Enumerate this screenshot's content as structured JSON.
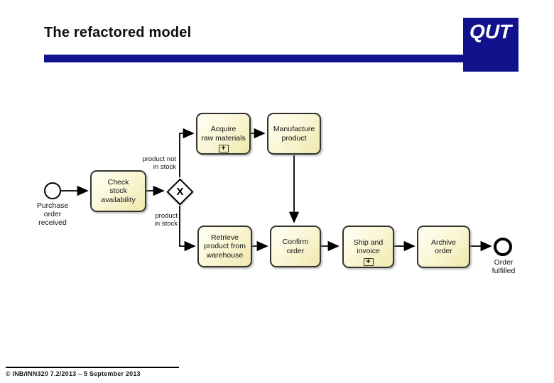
{
  "slide": {
    "title": "The refactored model",
    "logo_text": "QUT",
    "footer": "© INB/INN320 7.2/2013 – 5 September 2013",
    "accent_color": "#12128C"
  },
  "diagram": {
    "type": "bpmn-process",
    "start_event": {
      "label": "Purchase\norder\nreceived"
    },
    "end_event": {
      "label": "Order\nfulfilled"
    },
    "gateway": {
      "kind": "exclusive-xor",
      "symbol": "X"
    },
    "subprocess_marker": "+",
    "tasks": [
      {
        "id": "check-stock",
        "label": "Check\nstock\navailability",
        "subprocess": false
      },
      {
        "id": "acquire",
        "label": "Acquire\nraw materials",
        "subprocess": true
      },
      {
        "id": "manufacture",
        "label": "Manufacture\nproduct",
        "subprocess": false
      },
      {
        "id": "retrieve",
        "label": "Retrieve\nproduct from\nwarehouse",
        "subprocess": false
      },
      {
        "id": "confirm",
        "label": "Confirm\norder",
        "subprocess": false
      },
      {
        "id": "ship",
        "label": "Ship and\ninvoice",
        "subprocess": true
      },
      {
        "id": "archive",
        "label": "Archive\norder",
        "subprocess": false
      }
    ],
    "edge_labels": [
      {
        "id": "not-in-stock",
        "text": "product not\nin stock"
      },
      {
        "id": "in-stock",
        "text": "product\nin stock"
      }
    ],
    "flows": [
      "start -> check-stock",
      "check-stock -> gateway",
      "gateway -> acquire (product not in stock)",
      "acquire -> manufacture",
      "manufacture -> confirm",
      "gateway -> retrieve (product in stock)",
      "retrieve -> confirm",
      "confirm -> ship",
      "ship -> archive",
      "archive -> end"
    ]
  }
}
